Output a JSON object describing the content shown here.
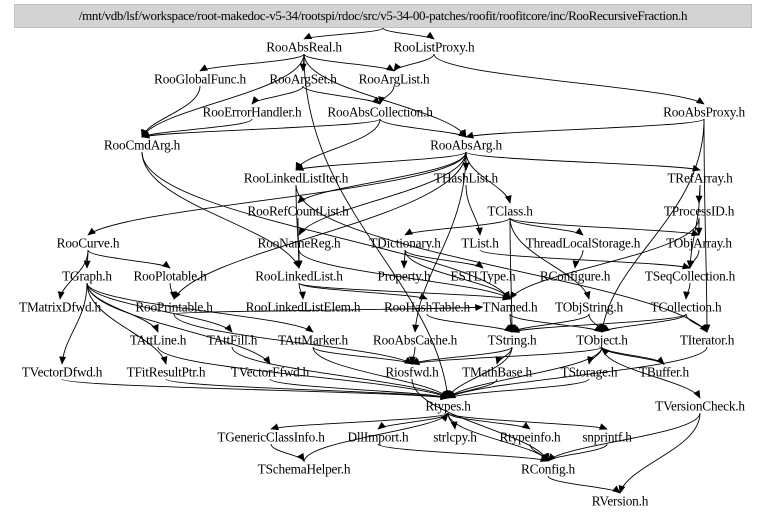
{
  "diagram": {
    "type": "include-dependency-graph",
    "root": {
      "id": "root",
      "label": "/mnt/vdb/lsf/workspace/root-makedoc-v5-34/rootspi/rdoc/src/v5-34-00-patches/roofit/roofitcore/inc/RooRecursiveFraction.h"
    },
    "nodes": [
      {
        "id": "RooAbsReal",
        "label": "RooAbsReal.h"
      },
      {
        "id": "RooListProxy",
        "label": "RooListProxy.h"
      },
      {
        "id": "RooGlobalFunc",
        "label": "RooGlobalFunc.h"
      },
      {
        "id": "RooArgSet",
        "label": "RooArgSet.h"
      },
      {
        "id": "RooArgList",
        "label": "RooArgList.h"
      },
      {
        "id": "RooErrorHandler",
        "label": "RooErrorHandler.h"
      },
      {
        "id": "RooAbsCollection",
        "label": "RooAbsCollection.h"
      },
      {
        "id": "RooAbsProxy",
        "label": "RooAbsProxy.h"
      },
      {
        "id": "RooCmdArg",
        "label": "RooCmdArg.h"
      },
      {
        "id": "RooAbsArg",
        "label": "RooAbsArg.h"
      },
      {
        "id": "RooLinkedListIter",
        "label": "RooLinkedListIter.h"
      },
      {
        "id": "THashList",
        "label": "THashList.h"
      },
      {
        "id": "TRefArray",
        "label": "TRefArray.h"
      },
      {
        "id": "RooRefCountList",
        "label": "RooRefCountList.h"
      },
      {
        "id": "TClass",
        "label": "TClass.h"
      },
      {
        "id": "TProcessID",
        "label": "TProcessID.h"
      },
      {
        "id": "RooCurve",
        "label": "RooCurve.h"
      },
      {
        "id": "RooNameReg",
        "label": "RooNameReg.h"
      },
      {
        "id": "TDictionary",
        "label": "TDictionary.h"
      },
      {
        "id": "TList",
        "label": "TList.h"
      },
      {
        "id": "ThreadLocalStorage",
        "label": "ThreadLocalStorage.h"
      },
      {
        "id": "TObjArray",
        "label": "TObjArray.h"
      },
      {
        "id": "TGraph",
        "label": "TGraph.h"
      },
      {
        "id": "RooPlotable",
        "label": "RooPlotable.h"
      },
      {
        "id": "RooLinkedList",
        "label": "RooLinkedList.h"
      },
      {
        "id": "Property",
        "label": "Property.h"
      },
      {
        "id": "ESTLType",
        "label": "ESTLType.h"
      },
      {
        "id": "RConfigure",
        "label": "RConfigure.h"
      },
      {
        "id": "TSeqCollection",
        "label": "TSeqCollection.h"
      },
      {
        "id": "TMatrixDfwd",
        "label": "TMatrixDfwd.h"
      },
      {
        "id": "RooPrintable",
        "label": "RooPrintable.h"
      },
      {
        "id": "RooLinkedListElem",
        "label": "RooLinkedListElem.h"
      },
      {
        "id": "RooHashTable",
        "label": "RooHashTable.h"
      },
      {
        "id": "TNamed",
        "label": "TNamed.h"
      },
      {
        "id": "TObjString",
        "label": "TObjString.h"
      },
      {
        "id": "TCollection",
        "label": "TCollection.h"
      },
      {
        "id": "TAttLine",
        "label": "TAttLine.h"
      },
      {
        "id": "TAttFill",
        "label": "TAttFill.h"
      },
      {
        "id": "TAttMarker",
        "label": "TAttMarker.h"
      },
      {
        "id": "RooAbsCache",
        "label": "RooAbsCache.h"
      },
      {
        "id": "TString",
        "label": "TString.h"
      },
      {
        "id": "TObject",
        "label": "TObject.h"
      },
      {
        "id": "TIterator",
        "label": "TIterator.h"
      },
      {
        "id": "TVectorDfwd",
        "label": "TVectorDfwd.h"
      },
      {
        "id": "TFitResultPtr",
        "label": "TFitResultPtr.h"
      },
      {
        "id": "TVectorFfwd",
        "label": "TVectorFfwd.h"
      },
      {
        "id": "Riosfwd",
        "label": "Riosfwd.h"
      },
      {
        "id": "TMathBase",
        "label": "TMathBase.h"
      },
      {
        "id": "TStorage",
        "label": "TStorage.h"
      },
      {
        "id": "TBuffer",
        "label": "TBuffer.h"
      },
      {
        "id": "Rtypes",
        "label": "Rtypes.h"
      },
      {
        "id": "TVersionCheck",
        "label": "TVersionCheck.h"
      },
      {
        "id": "TGenericClassInfo",
        "label": "TGenericClassInfo.h"
      },
      {
        "id": "DllImport",
        "label": "DllImport.h"
      },
      {
        "id": "strlcpy",
        "label": "strlcpy.h"
      },
      {
        "id": "Rtypeinfo",
        "label": "Rtypeinfo.h"
      },
      {
        "id": "snprintf",
        "label": "snprintf.h"
      },
      {
        "id": "TSchemaHelper",
        "label": "TSchemaHelper.h"
      },
      {
        "id": "RConfig",
        "label": "RConfig.h"
      },
      {
        "id": "RVersion",
        "label": "RVersion.h"
      }
    ],
    "edges": [
      [
        "root",
        "RooAbsReal"
      ],
      [
        "root",
        "RooListProxy"
      ],
      [
        "RooAbsReal",
        "RooGlobalFunc"
      ],
      [
        "RooAbsReal",
        "RooArgSet"
      ],
      [
        "RooAbsReal",
        "RooArgList"
      ],
      [
        "RooAbsReal",
        "RooCmdArg"
      ],
      [
        "RooAbsReal",
        "RooAbsArg"
      ],
      [
        "RooAbsReal",
        "Rtypes"
      ],
      [
        "RooListProxy",
        "RooAbsProxy"
      ],
      [
        "RooListProxy",
        "RooArgList"
      ],
      [
        "RooGlobalFunc",
        "RooCmdArg"
      ],
      [
        "RooArgSet",
        "RooAbsCollection"
      ],
      [
        "RooArgSet",
        "RooErrorHandler"
      ],
      [
        "RooArgList",
        "RooAbsCollection"
      ],
      [
        "RooErrorHandler",
        "RooCmdArg"
      ],
      [
        "RooAbsCollection",
        "RooAbsArg"
      ],
      [
        "RooAbsCollection",
        "RooCmdArg"
      ],
      [
        "RooAbsCollection",
        "RooLinkedListIter"
      ],
      [
        "RooAbsProxy",
        "RooAbsArg"
      ],
      [
        "RooAbsProxy",
        "TIterator"
      ],
      [
        "RooAbsProxy",
        "TObject"
      ],
      [
        "RooCmdArg",
        "RooLinkedList"
      ],
      [
        "RooCmdArg",
        "TNamed"
      ],
      [
        "RooAbsArg",
        "THashList"
      ],
      [
        "RooAbsArg",
        "TRefArray"
      ],
      [
        "RooAbsArg",
        "TClass"
      ],
      [
        "RooAbsArg",
        "RooLinkedListIter"
      ],
      [
        "RooAbsArg",
        "RooRefCountList"
      ],
      [
        "RooAbsArg",
        "RooNameReg"
      ],
      [
        "RooAbsArg",
        "RooPrintable"
      ],
      [
        "RooAbsArg",
        "RooAbsCache"
      ],
      [
        "RooAbsArg",
        "RooCurve"
      ],
      [
        "THashList",
        "TList"
      ],
      [
        "TRefArray",
        "TProcessID"
      ],
      [
        "TRefArray",
        "TSeqCollection"
      ],
      [
        "TProcessID",
        "TObjArray"
      ],
      [
        "TProcessID",
        "TNamed"
      ],
      [
        "TClass",
        "TDictionary"
      ],
      [
        "TClass",
        "ThreadLocalStorage"
      ],
      [
        "TClass",
        "TObjArray"
      ],
      [
        "TClass",
        "TObjString"
      ],
      [
        "TClass",
        "TString"
      ],
      [
        "RooLinkedListIter",
        "RooLinkedList"
      ],
      [
        "RooLinkedListIter",
        "TIterator"
      ],
      [
        "RooRefCountList",
        "RooLinkedList"
      ],
      [
        "RooCurve",
        "TGraph"
      ],
      [
        "RooCurve",
        "RooPlotable"
      ],
      [
        "RooCurve",
        "TMatrixDfwd"
      ],
      [
        "RooNameReg",
        "RooLinkedList"
      ],
      [
        "RooNameReg",
        "TNamed"
      ],
      [
        "TDictionary",
        "Property"
      ],
      [
        "TDictionary",
        "ESTLType"
      ],
      [
        "TDictionary",
        "TNamed"
      ],
      [
        "TList",
        "TSeqCollection"
      ],
      [
        "ThreadLocalStorage",
        "RConfigure"
      ],
      [
        "TObjArray",
        "TSeqCollection"
      ],
      [
        "TGraph",
        "TAttLine"
      ],
      [
        "TGraph",
        "TAttFill"
      ],
      [
        "TGraph",
        "TAttMarker"
      ],
      [
        "TGraph",
        "TVectorDfwd"
      ],
      [
        "TGraph",
        "TFitResultPtr"
      ],
      [
        "TGraph",
        "TVectorFfwd"
      ],
      [
        "RooPlotable",
        "RooPrintable"
      ],
      [
        "RooLinkedList",
        "RooLinkedListElem"
      ],
      [
        "RooLinkedList",
        "RooHashTable"
      ],
      [
        "RooLinkedList",
        "TNamed"
      ],
      [
        "TSeqCollection",
        "TCollection"
      ],
      [
        "RooPrintable",
        "Riosfwd"
      ],
      [
        "RooPrintable",
        "TNamed"
      ],
      [
        "RooHashTable",
        "TString"
      ],
      [
        "TNamed",
        "TString"
      ],
      [
        "TNamed",
        "TObject"
      ],
      [
        "TObjString",
        "TObject"
      ],
      [
        "TObjString",
        "TString"
      ],
      [
        "TCollection",
        "TObject"
      ],
      [
        "TCollection",
        "TIterator"
      ],
      [
        "TCollection",
        "TString"
      ],
      [
        "TAttLine",
        "Rtypes"
      ],
      [
        "TAttFill",
        "Rtypes"
      ],
      [
        "TAttMarker",
        "Rtypes"
      ],
      [
        "TAttMarker",
        "Riosfwd"
      ],
      [
        "RooAbsCache",
        "Riosfwd"
      ],
      [
        "TString",
        "TMathBase"
      ],
      [
        "TString",
        "Riosfwd"
      ],
      [
        "TString",
        "Rtypes"
      ],
      [
        "TObject",
        "TStorage"
      ],
      [
        "TObject",
        "TBuffer"
      ],
      [
        "TObject",
        "TVersionCheck"
      ],
      [
        "TObject",
        "Riosfwd"
      ],
      [
        "TObject",
        "Rtypes"
      ],
      [
        "TIterator",
        "Rtypes"
      ],
      [
        "TVectorDfwd",
        "Rtypes"
      ],
      [
        "TFitResultPtr",
        "Rtypes"
      ],
      [
        "TVectorFfwd",
        "Rtypes"
      ],
      [
        "TMathBase",
        "Rtypes"
      ],
      [
        "TStorage",
        "Rtypes"
      ],
      [
        "TBuffer",
        "TObject"
      ],
      [
        "TVersionCheck",
        "RVersion"
      ],
      [
        "TVersionCheck",
        "RConfig"
      ],
      [
        "Riosfwd",
        "RConfig"
      ],
      [
        "Rtypes",
        "TGenericClassInfo"
      ],
      [
        "Rtypes",
        "DllImport"
      ],
      [
        "Rtypes",
        "strlcpy"
      ],
      [
        "Rtypes",
        "Rtypeinfo"
      ],
      [
        "Rtypes",
        "snprintf"
      ],
      [
        "Rtypes",
        "RConfig"
      ],
      [
        "TGenericClassInfo",
        "TSchemaHelper"
      ],
      [
        "TSchemaHelper",
        "Rtypes"
      ],
      [
        "DllImport",
        "RConfig"
      ],
      [
        "Rtypeinfo",
        "RConfig"
      ],
      [
        "snprintf",
        "RConfig"
      ],
      [
        "RConfig",
        "RVersion"
      ]
    ]
  }
}
